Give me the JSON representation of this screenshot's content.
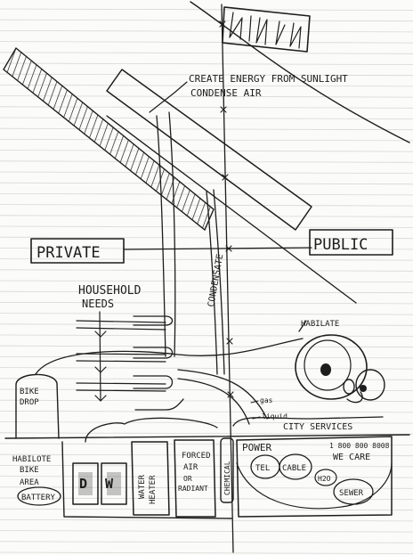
{
  "labels": {
    "annotation_line1": "CREATE ENERGY FROM SUNLIGHT",
    "annotation_line2": "CONDENSE AIR",
    "private": "PRIVATE",
    "public": "PUBLIC",
    "condensate": "CONDENSATE",
    "household_line1": "HOUSEHOLD",
    "household_line2": "NEEDS",
    "habilate": "HABILATE",
    "bike_drop_line1": "BIKE",
    "bike_drop_line2": "DROP",
    "gas": "gas",
    "liquid": "liquid",
    "city_services": "CITY SERVICES",
    "habilote_bike_area_line1": "HABILOTE",
    "habilote_bike_area_line2": "BIKE",
    "habilote_bike_area_line3": "AREA",
    "battery": "BATTERY",
    "dryer": "D",
    "washer": "W",
    "water_heater_line1": "WATER",
    "water_heater_line2": "HEATER",
    "forced_air_line1": "FORCED",
    "forced_air_line2": "AIR",
    "forced_air_line3": "OR",
    "forced_air_line4": "RADIANT",
    "chemical": "CHEMICAL",
    "power": "POWER",
    "tel": "TEL",
    "cable": "CABLE",
    "phone_line1": "1 800 800 8008",
    "phone_line2": "WE CARE",
    "h2o": "H2O",
    "sewer": "SEWER"
  }
}
